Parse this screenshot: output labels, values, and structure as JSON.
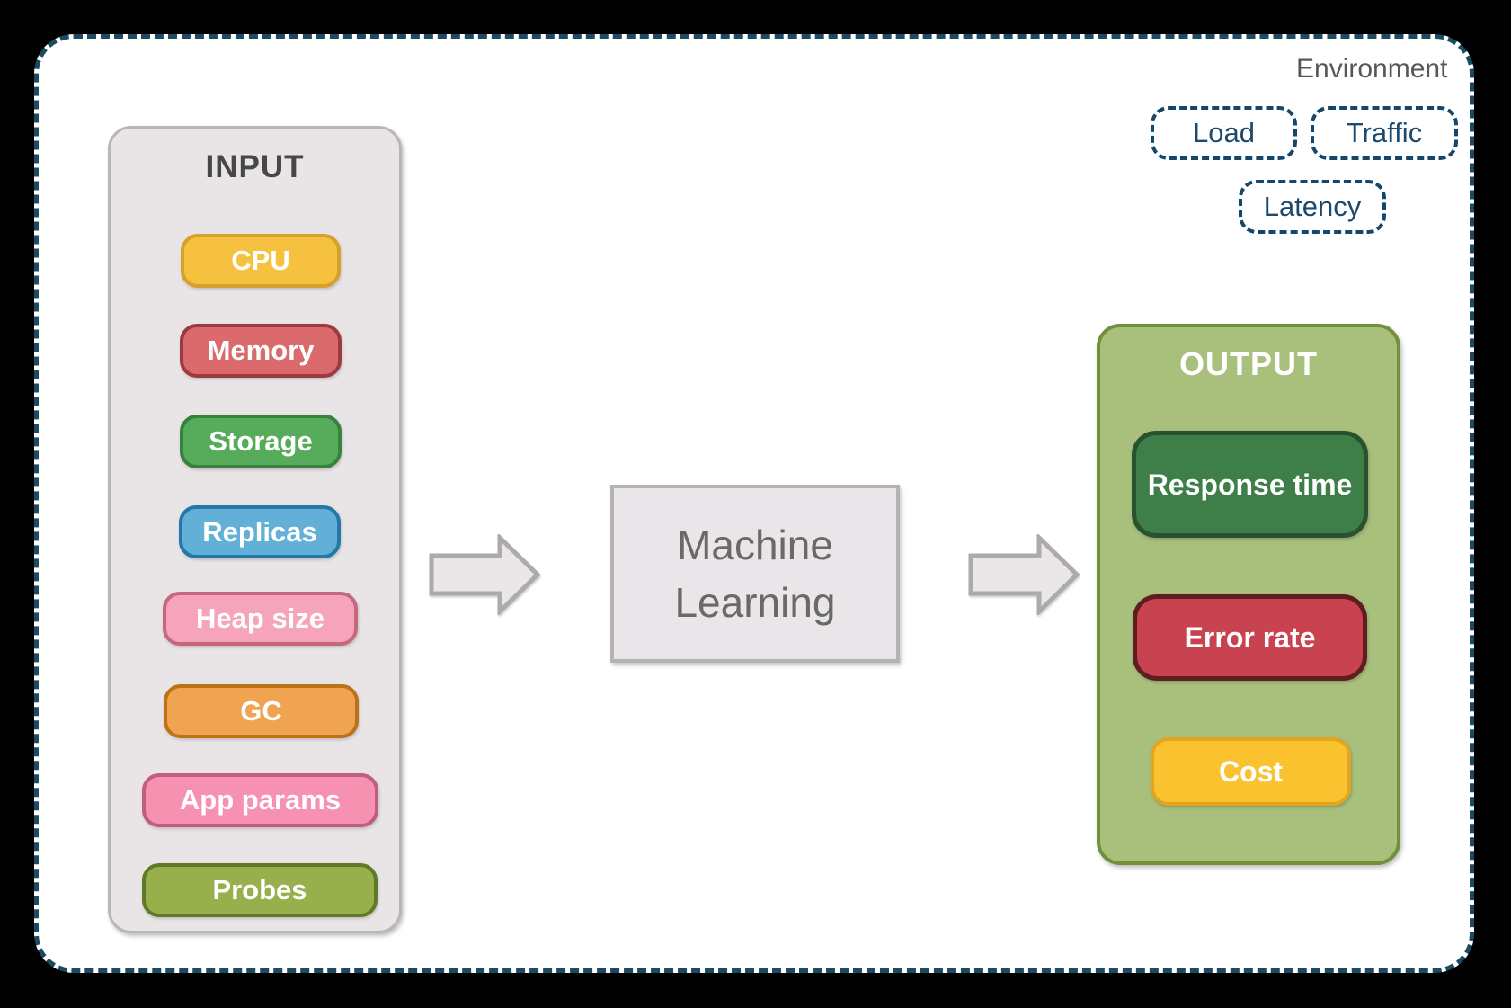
{
  "canvas": {
    "background": "#FFFFFF",
    "border_color": "#1C4A63",
    "frame_color": "#000000"
  },
  "environment": {
    "label": "Environment",
    "accent": "#15466B",
    "items": [
      {
        "label": "Load"
      },
      {
        "label": "Traffic"
      },
      {
        "label": "Latency"
      }
    ]
  },
  "input_panel": {
    "title": "INPUT",
    "fill": "#E9E5E7",
    "border": "#BAB6B8",
    "items": [
      {
        "label": "CPU",
        "fill": "#F7C140",
        "border": "#D6A02C"
      },
      {
        "label": "Memory",
        "fill": "#DB6A6D",
        "border": "#9C3A40"
      },
      {
        "label": "Storage",
        "fill": "#57AC5C",
        "border": "#37823D"
      },
      {
        "label": "Replicas",
        "fill": "#62AFD8",
        "border": "#2279A8"
      },
      {
        "label": "Heap size",
        "fill": "#F6A4BC",
        "border": "#C4687F"
      },
      {
        "label": "GC",
        "fill": "#F0A351",
        "border": "#BE7216"
      },
      {
        "label": "App params",
        "fill": "#F791B1",
        "border": "#C05E7E"
      },
      {
        "label": "Probes",
        "fill": "#98B04C",
        "border": "#5F7A26"
      }
    ]
  },
  "ml_box": {
    "label": "Machine Learning",
    "line1": "Machine",
    "line2": "Learning",
    "fill": "#E9E5E8",
    "border": "#B5B2B5"
  },
  "output_panel": {
    "title": "OUTPUT",
    "fill": "#A9BF7C",
    "border": "#71903C",
    "items": [
      {
        "label": "Response time",
        "fill": "#3E7E49",
        "border": "#26522D"
      },
      {
        "label": "Error rate",
        "fill": "#C8434F",
        "border": "#5F1D21"
      },
      {
        "label": "Cost",
        "fill": "#FBC230",
        "border": "#E2A51F"
      }
    ]
  },
  "arrows": {
    "fill": "#EBE7E9",
    "border": "#ABABAB"
  }
}
